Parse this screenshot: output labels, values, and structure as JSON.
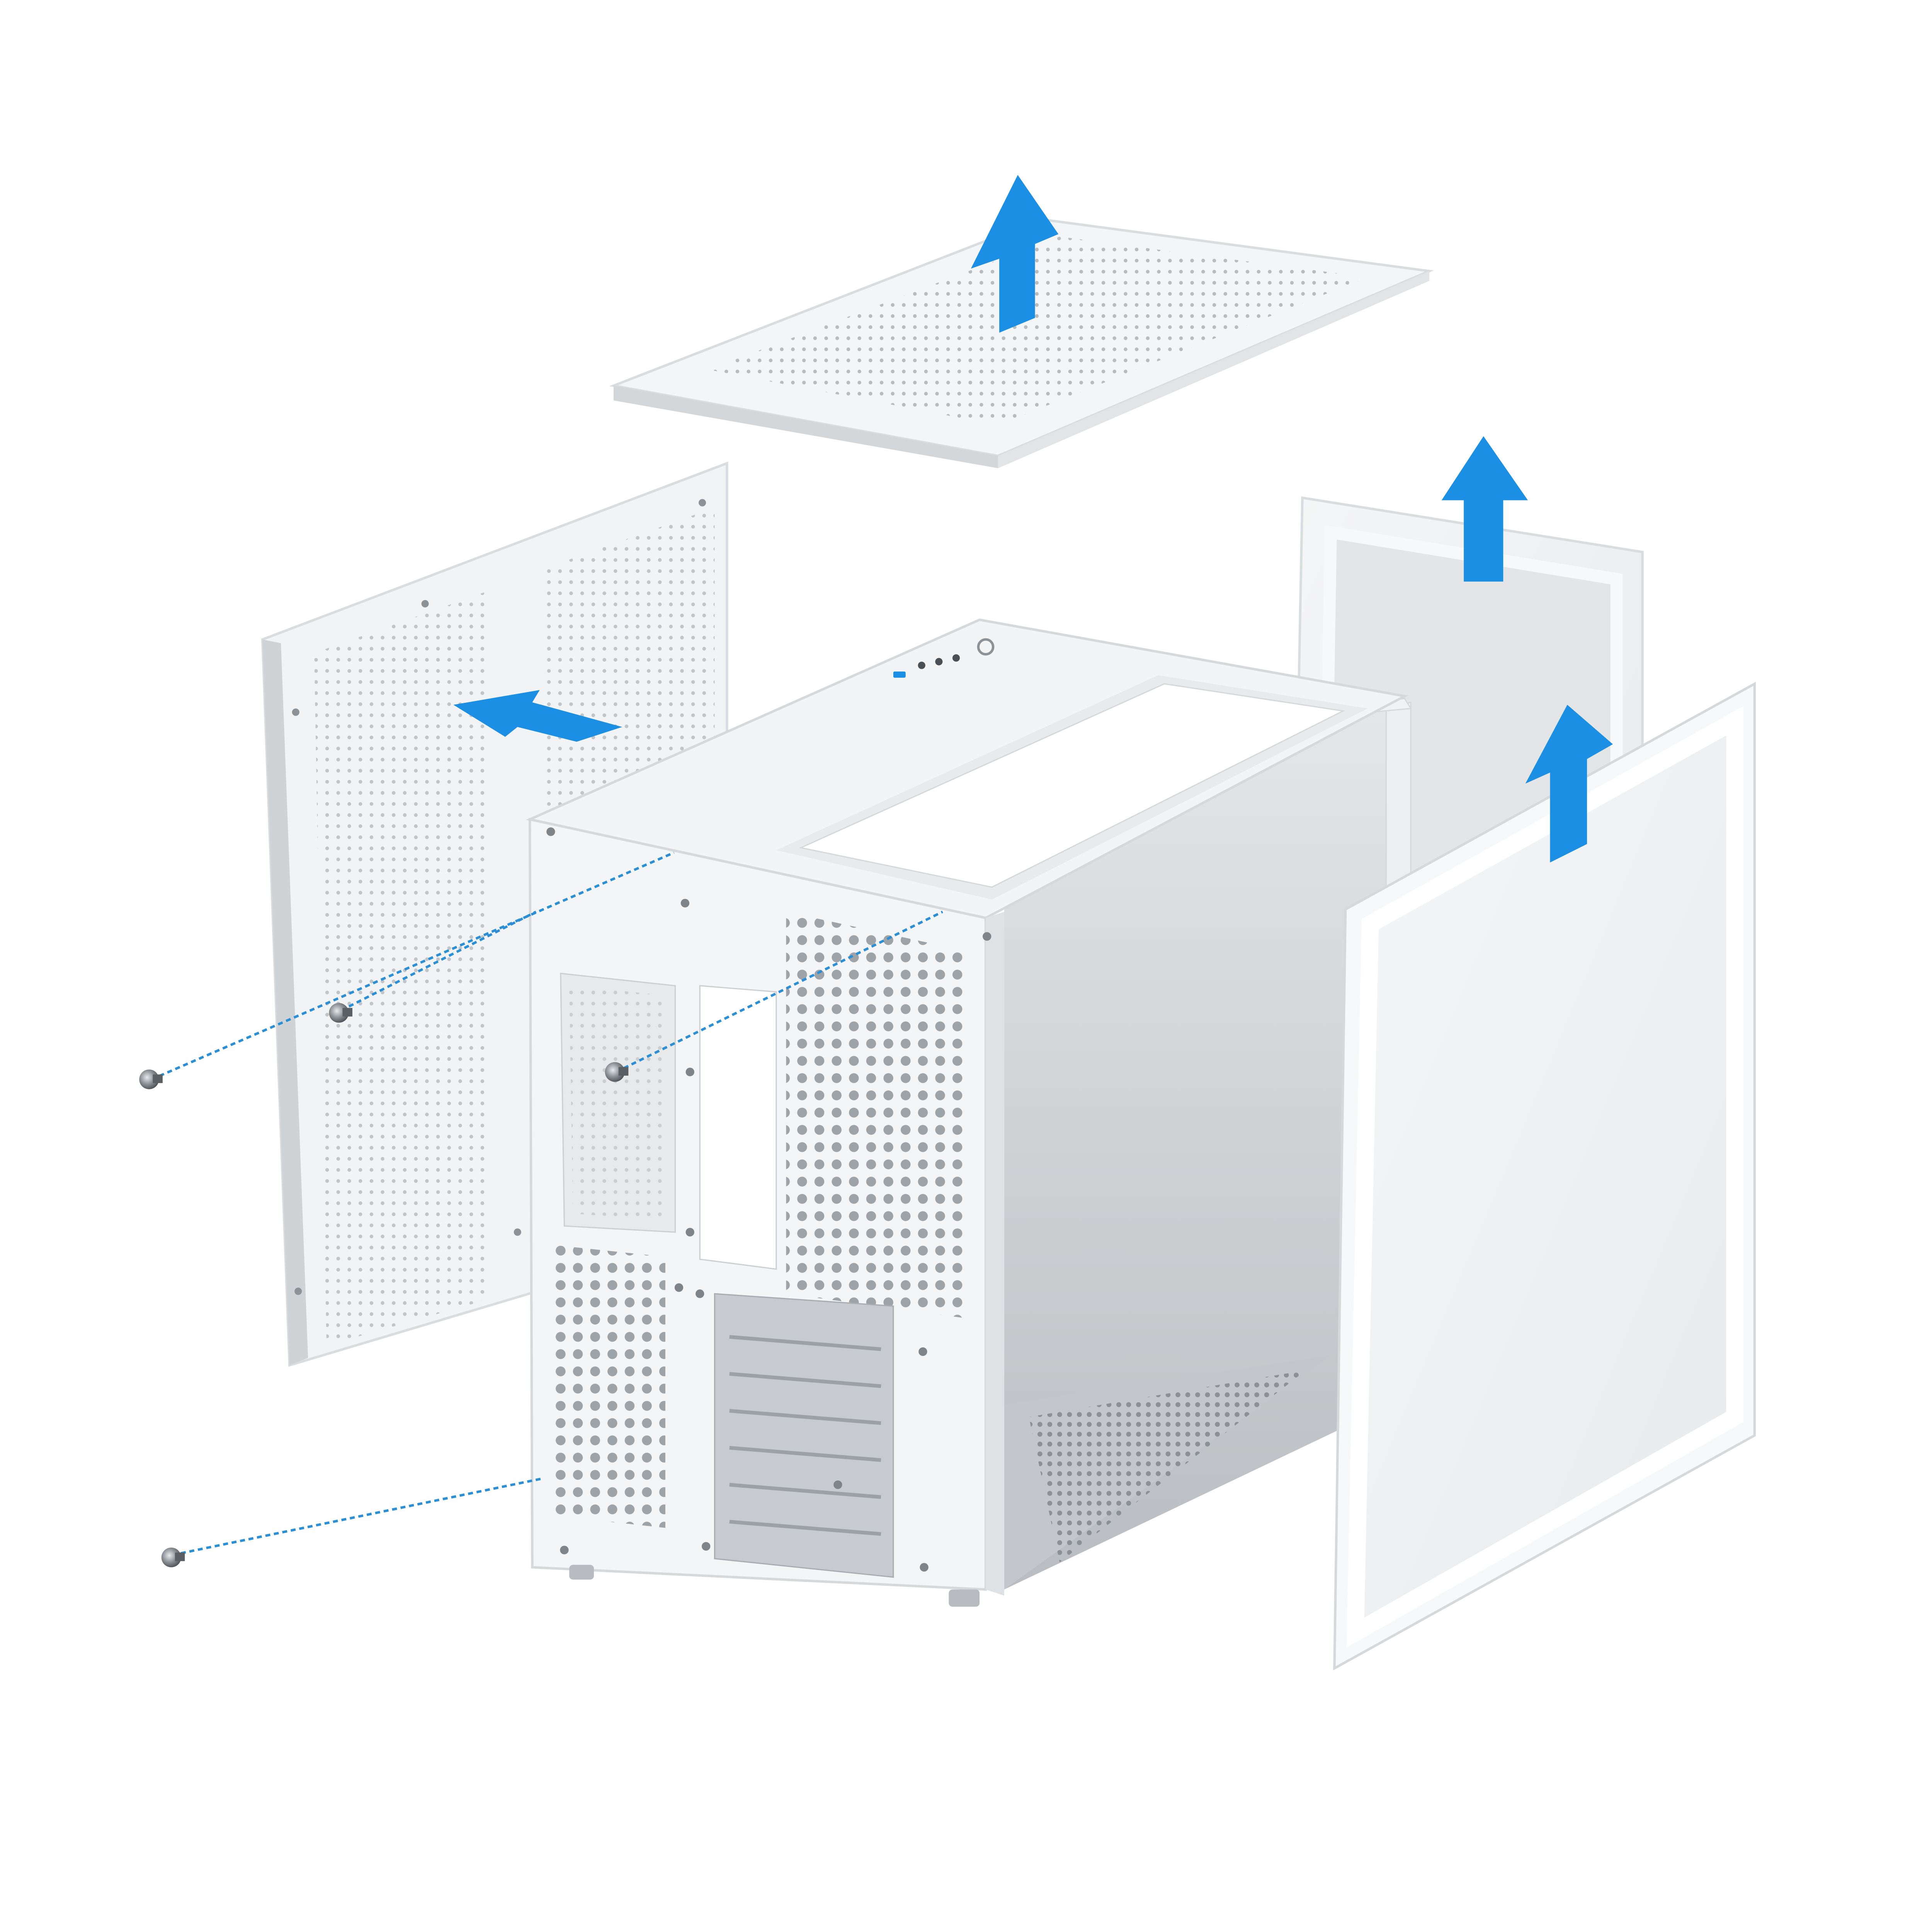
{
  "diagram": {
    "kind": "exploded-view",
    "subject": "pc-case-chassis",
    "colors": {
      "background": "#ffffff",
      "panel": "#f4f5f6",
      "panel_edge": "#dadddf",
      "panel_shadow": "#c9cdd0",
      "perforation": "#b8bcc0",
      "interior": "#d8dbde",
      "interior_dark": "#a9adb1",
      "glass": "#eef0f2",
      "arrow": "#1a8fe3",
      "guide_line": "#2a8fd6",
      "screw": "#6b7075"
    },
    "parts": [
      {
        "id": "top-mesh-panel",
        "removal": "lift-up"
      },
      {
        "id": "left-mesh-side-panel",
        "removal": "slide-out"
      },
      {
        "id": "rear-glass-panel",
        "removal": "lift-up"
      },
      {
        "id": "front-glass-panel",
        "removal": "lift-up"
      },
      {
        "id": "chassis-frame",
        "removal": "none"
      }
    ],
    "screws": {
      "count": 4,
      "icon": "thumbscrew-icon"
    },
    "arrows": {
      "count": 4,
      "icon": "arrow-icon"
    }
  }
}
